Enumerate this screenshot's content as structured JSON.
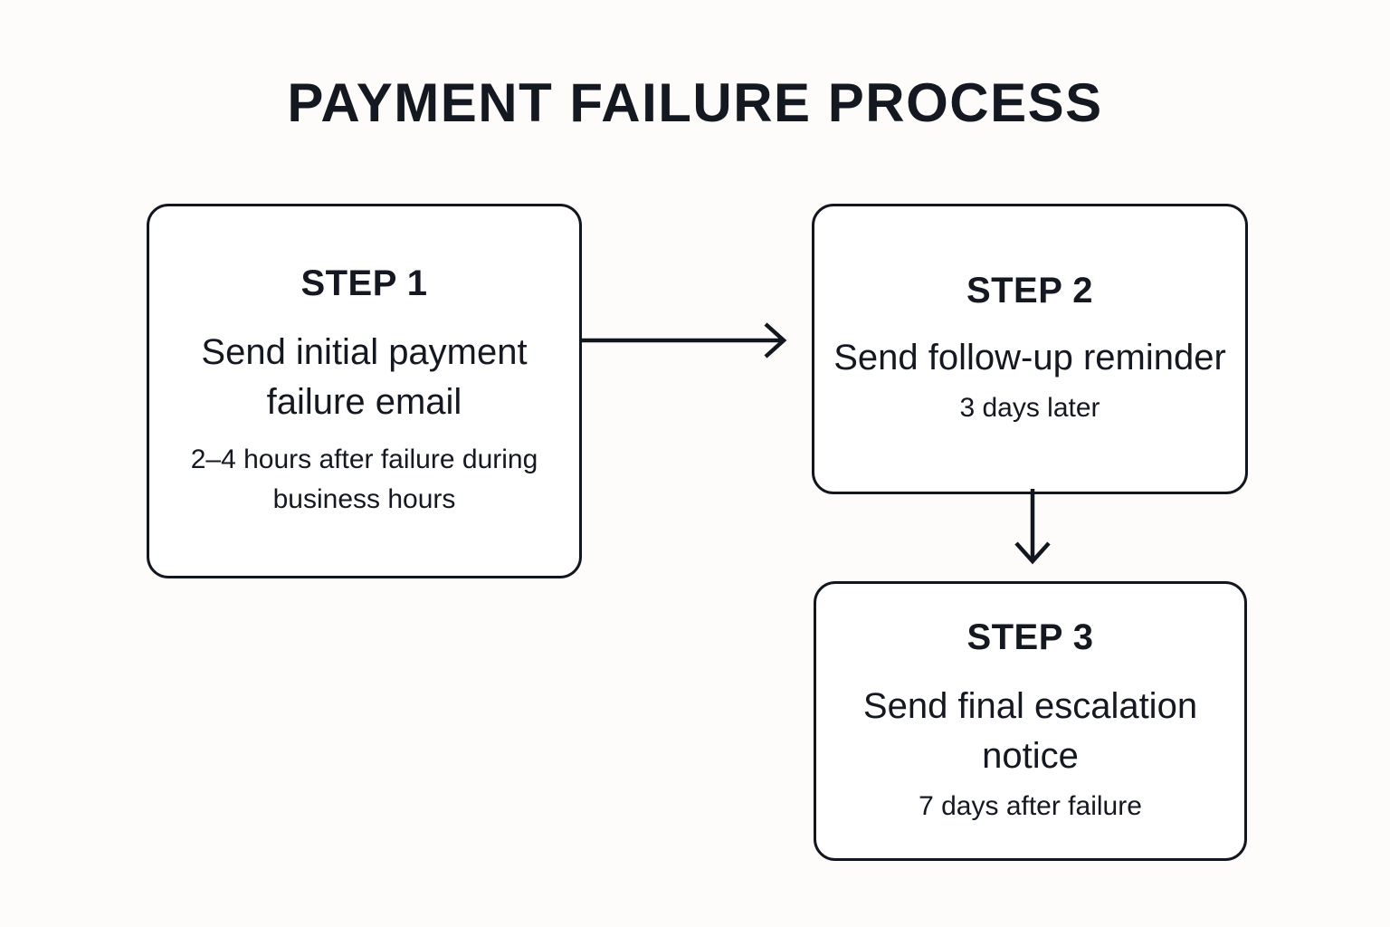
{
  "diagram": {
    "title": "PAYMENT FAILURE PROCESS",
    "background_color": "#FDFCFA",
    "line_color": "#12161E",
    "text_color": "#141820",
    "box_fill_color": "#FFFFFF",
    "steps": [
      {
        "label": "STEP 1",
        "body": "Send initial payment failure email",
        "detail": "2–4 hours after failure during business hours"
      },
      {
        "label": "STEP 2",
        "body": "Send follow-up reminder",
        "detail": "3 days later"
      },
      {
        "label": "STEP 3",
        "body": "Send final escalation notice",
        "detail": "7 days after failure"
      }
    ],
    "connectors": [
      {
        "from": "STEP 1",
        "to": "STEP 2",
        "direction": "right"
      },
      {
        "from": "STEP 2",
        "to": "STEP 3",
        "direction": "down"
      }
    ]
  }
}
